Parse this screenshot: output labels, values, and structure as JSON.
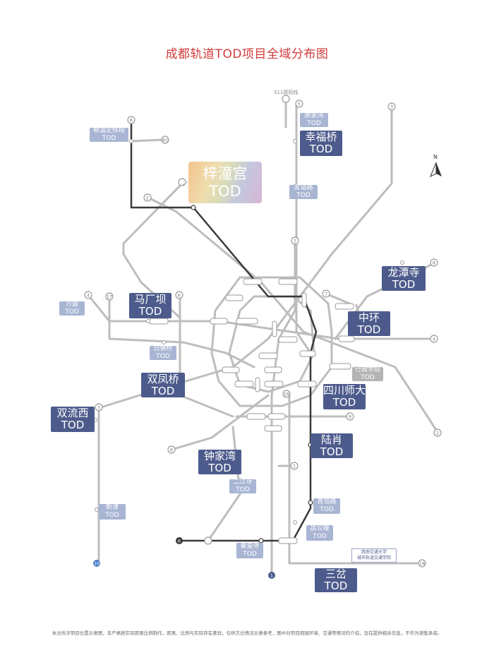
{
  "title": "成都轨道TOD项目全域分布图",
  "disclaimer": "本文所涉项目位置示意图，非严格按实际距离比例制作，距离、比例与实际存在差异，仅供方位情况示意参考，图中对项目周围环境、交通等情况的介绍，旨在提供相关信息，不作为销售承诺。",
  "north_label": "N",
  "external_label": "S11德阳线",
  "hero": {
    "name": "梓潼宫",
    "tod": "TOD"
  },
  "big_projects": [
    {
      "id": "xingfuqiao",
      "name": "幸福桥",
      "tod": "TOD"
    },
    {
      "id": "longtansi",
      "name": "龙潭寺",
      "tod": "TOD"
    },
    {
      "id": "mababa",
      "name": "马厂坝",
      "tod": "TOD"
    },
    {
      "id": "zhonghuan",
      "name": "中环",
      "tod": "TOD"
    },
    {
      "id": "shuangfengqiao",
      "name": "双凤桥",
      "tod": "TOD"
    },
    {
      "id": "sichuanshida",
      "name": "四川师大",
      "tod": "TOD"
    },
    {
      "id": "shuangliuxi",
      "name": "双流西",
      "tod": "TOD"
    },
    {
      "id": "luxiao",
      "name": "陆肖",
      "tod": "TOD"
    },
    {
      "id": "zhongjiawan",
      "name": "钟家湾",
      "tod": "TOD"
    },
    {
      "id": "sancha",
      "name": "三岔",
      "tod": "TOD"
    }
  ],
  "small_projects": [
    {
      "id": "pi-wen",
      "name": "郫温定修段",
      "tod": "TOD"
    },
    {
      "id": "liaojiawan",
      "name": "廖家湾",
      "tod": "TOD"
    },
    {
      "id": "youyilu",
      "name": "友谊路",
      "tod": "TOD"
    },
    {
      "id": "wansheng",
      "name": "万盛",
      "tod": "TOD"
    },
    {
      "id": "baifoqiao",
      "name": "白佛桥",
      "tod": "TOD"
    },
    {
      "id": "xingzhengxueyuan",
      "name": "行政学院",
      "tod": "TOD"
    },
    {
      "id": "erjiangsi",
      "name": "二江寺",
      "tod": "TOD"
    },
    {
      "id": "xinjin",
      "name": "新津",
      "tod": "TOD"
    },
    {
      "id": "qingdaolu",
      "name": "青岛路",
      "tod": "TOD"
    },
    {
      "id": "qinhuangsi",
      "name": "秦皇寺",
      "tod": "TOD"
    },
    {
      "id": "changgongyan",
      "name": "昌公堰",
      "tod": "TOD"
    }
  ],
  "university": {
    "line1": "西南交通大学",
    "line2": "城市轨道交通学院"
  },
  "line_numbers": [
    "6",
    "82",
    "5",
    "3",
    "2",
    "8",
    "1",
    "7",
    "4",
    "17",
    "6",
    "4",
    "3",
    "9",
    "8",
    "1",
    "2",
    "18",
    "6",
    "10",
    "1",
    "18"
  ],
  "colors": {
    "title": "#d23a3a",
    "line_gray": "#b9b9b9",
    "line_dark": "#3a3a3a",
    "big_badge": "#4d5b8c",
    "small_badge": "#a8b5d3",
    "gray_badge": "#b4b4b4"
  }
}
